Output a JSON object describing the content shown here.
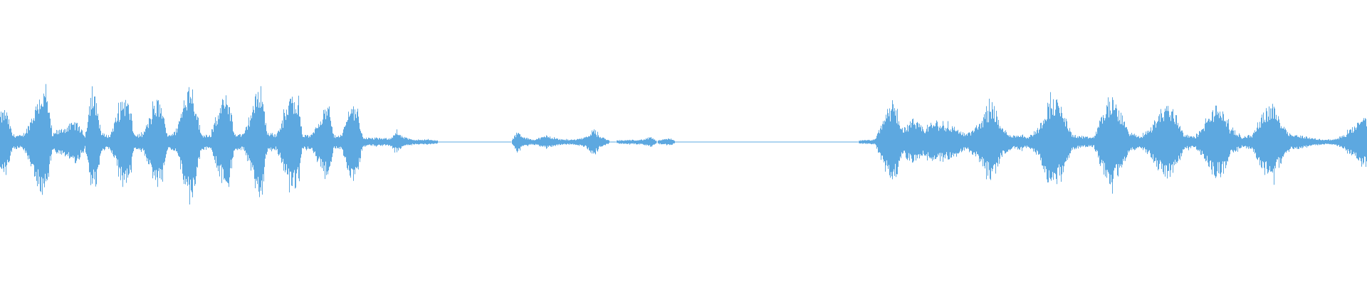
{
  "waveform": {
    "color": "#5DA8E0",
    "background": "#FFFFFF",
    "duration_fraction_points": [
      [
        0.0,
        0.22
      ],
      [
        0.004,
        0.26
      ],
      [
        0.009,
        0.06
      ],
      [
        0.016,
        0.05
      ],
      [
        0.02,
        0.12
      ],
      [
        0.03,
        0.4
      ],
      [
        0.034,
        0.38
      ],
      [
        0.038,
        0.06
      ],
      [
        0.044,
        0.1
      ],
      [
        0.055,
        0.16
      ],
      [
        0.058,
        0.12
      ],
      [
        0.062,
        0.05
      ],
      [
        0.066,
        0.38
      ],
      [
        0.07,
        0.34
      ],
      [
        0.074,
        0.07
      ],
      [
        0.08,
        0.05
      ],
      [
        0.09,
        0.36
      ],
      [
        0.094,
        0.3
      ],
      [
        0.098,
        0.06
      ],
      [
        0.104,
        0.06
      ],
      [
        0.115,
        0.34
      ],
      [
        0.118,
        0.28
      ],
      [
        0.122,
        0.06
      ],
      [
        0.128,
        0.08
      ],
      [
        0.134,
        0.3
      ],
      [
        0.139,
        0.5
      ],
      [
        0.143,
        0.3
      ],
      [
        0.147,
        0.06
      ],
      [
        0.154,
        0.06
      ],
      [
        0.163,
        0.34
      ],
      [
        0.167,
        0.36
      ],
      [
        0.171,
        0.07
      ],
      [
        0.178,
        0.06
      ],
      [
        0.188,
        0.4
      ],
      [
        0.191,
        0.46
      ],
      [
        0.195,
        0.08
      ],
      [
        0.202,
        0.06
      ],
      [
        0.213,
        0.36
      ],
      [
        0.217,
        0.38
      ],
      [
        0.221,
        0.06
      ],
      [
        0.227,
        0.05
      ],
      [
        0.235,
        0.22
      ],
      [
        0.24,
        0.28
      ],
      [
        0.244,
        0.05
      ],
      [
        0.25,
        0.06
      ],
      [
        0.256,
        0.3
      ],
      [
        0.261,
        0.28
      ],
      [
        0.265,
        0.04
      ],
      [
        0.272,
        0.03
      ],
      [
        0.285,
        0.03
      ],
      [
        0.29,
        0.08
      ],
      [
        0.293,
        0.05
      ],
      [
        0.3,
        0.02
      ],
      [
        0.312,
        0.02
      ],
      [
        0.322,
        0.01
      ],
      [
        0.374,
        0.01
      ],
      [
        0.378,
        0.08
      ],
      [
        0.382,
        0.04
      ],
      [
        0.39,
        0.02
      ],
      [
        0.4,
        0.05
      ],
      [
        0.406,
        0.03
      ],
      [
        0.412,
        0.02
      ],
      [
        0.42,
        0.02
      ],
      [
        0.428,
        0.04
      ],
      [
        0.434,
        0.1
      ],
      [
        0.438,
        0.05
      ],
      [
        0.446,
        0.01
      ],
      [
        0.47,
        0.02
      ],
      [
        0.476,
        0.04
      ],
      [
        0.48,
        0.01
      ],
      [
        0.49,
        0.03
      ],
      [
        0.494,
        0.01
      ],
      [
        0.552,
        0.01
      ],
      [
        0.566,
        0.01
      ],
      [
        0.604,
        0.01
      ],
      [
        0.62,
        0.01
      ],
      [
        0.625,
        0.01
      ],
      [
        0.64,
        0.02
      ],
      [
        0.648,
        0.24
      ],
      [
        0.654,
        0.3
      ],
      [
        0.66,
        0.1
      ],
      [
        0.668,
        0.18
      ],
      [
        0.676,
        0.1
      ],
      [
        0.682,
        0.16
      ],
      [
        0.69,
        0.14
      ],
      [
        0.698,
        0.12
      ],
      [
        0.706,
        0.06
      ],
      [
        0.712,
        0.1
      ],
      [
        0.718,
        0.18
      ],
      [
        0.726,
        0.32
      ],
      [
        0.732,
        0.12
      ],
      [
        0.74,
        0.05
      ],
      [
        0.746,
        0.06
      ],
      [
        0.752,
        0.04
      ],
      [
        0.76,
        0.12
      ],
      [
        0.766,
        0.3
      ],
      [
        0.772,
        0.34
      ],
      [
        0.778,
        0.22
      ],
      [
        0.784,
        0.06
      ],
      [
        0.792,
        0.04
      ],
      [
        0.8,
        0.04
      ],
      [
        0.806,
        0.22
      ],
      [
        0.812,
        0.34
      ],
      [
        0.818,
        0.26
      ],
      [
        0.826,
        0.08
      ],
      [
        0.834,
        0.04
      ],
      [
        0.842,
        0.12
      ],
      [
        0.848,
        0.24
      ],
      [
        0.854,
        0.3
      ],
      [
        0.86,
        0.22
      ],
      [
        0.866,
        0.06
      ],
      [
        0.874,
        0.04
      ],
      [
        0.88,
        0.12
      ],
      [
        0.888,
        0.28
      ],
      [
        0.894,
        0.26
      ],
      [
        0.9,
        0.1
      ],
      [
        0.908,
        0.04
      ],
      [
        0.916,
        0.06
      ],
      [
        0.924,
        0.24
      ],
      [
        0.93,
        0.3
      ],
      [
        0.936,
        0.18
      ],
      [
        0.944,
        0.06
      ],
      [
        0.952,
        0.05
      ],
      [
        0.96,
        0.03
      ],
      [
        0.968,
        0.02
      ],
      [
        0.976,
        0.02
      ],
      [
        0.984,
        0.06
      ],
      [
        0.992,
        0.14
      ],
      [
        1.0,
        0.2
      ]
    ]
  }
}
